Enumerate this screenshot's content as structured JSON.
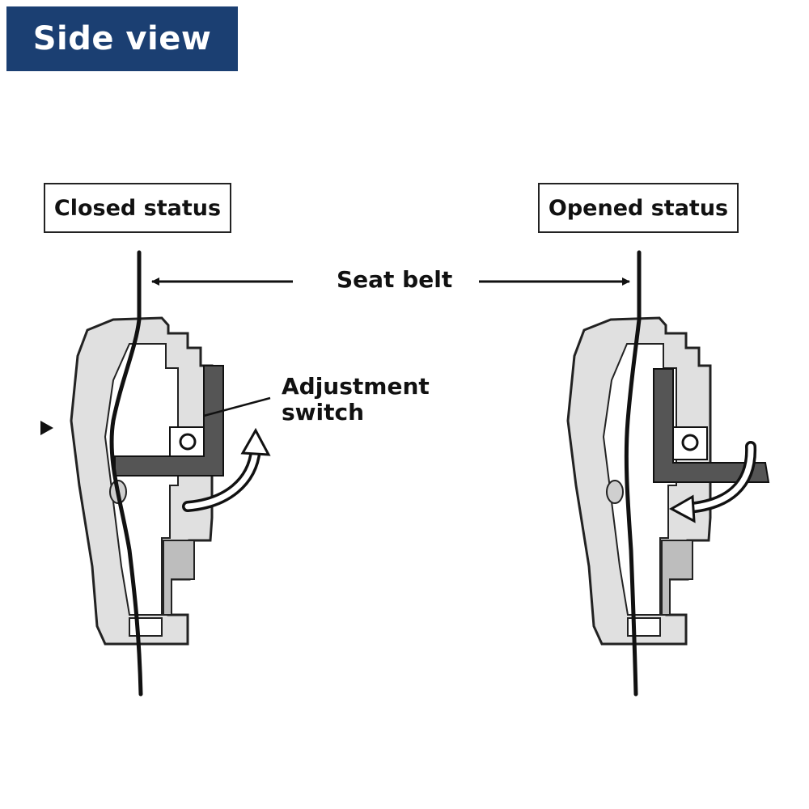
{
  "title": "Side view",
  "states": [
    {
      "label": "Closed status"
    },
    {
      "label": "Opened status"
    }
  ],
  "labels": {
    "seat_belt": "Seat belt",
    "switch_line1": "Adjustment",
    "switch_line2": "switch"
  },
  "colors": {
    "banner": "#1b3f72",
    "housing_fill": "#dcdcdc",
    "switch_fill": "#555555",
    "outline": "#111111"
  }
}
